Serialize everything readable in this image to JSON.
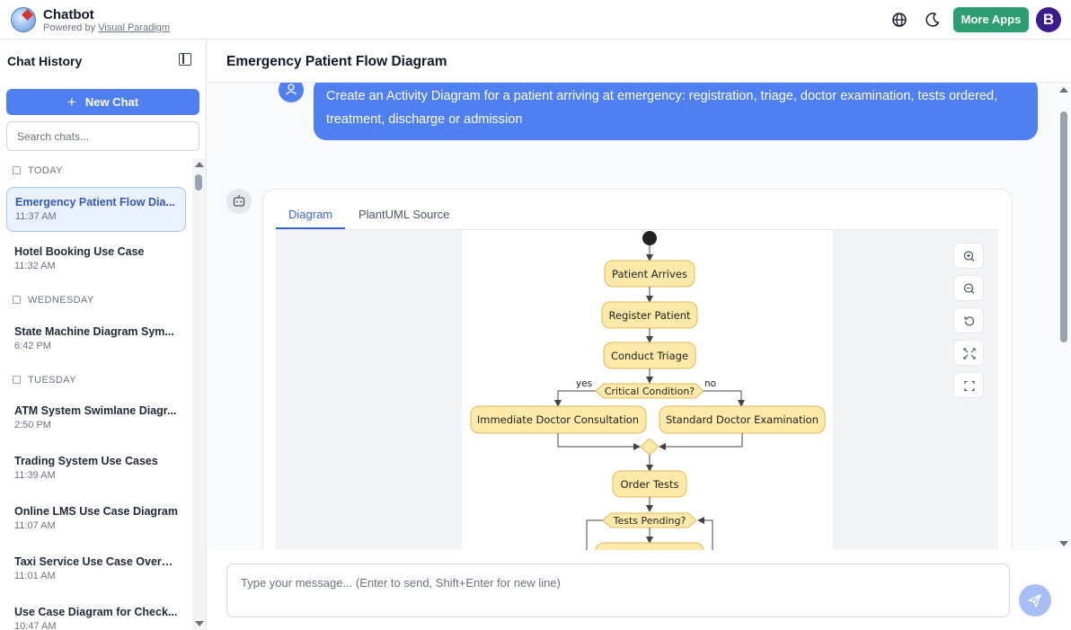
{
  "app": {
    "title": "Chatbot",
    "powered_prefix": "Powered by",
    "powered_link": "Visual Paradigm",
    "more_apps": "More Apps",
    "avatar_initial": "B",
    "brand_color": "#2e9e72",
    "accent_color": "#4f7ff0"
  },
  "sidebar": {
    "title": "Chat History",
    "new_chat": "New Chat",
    "search_placeholder": "Search chats...",
    "sections": [
      {
        "label": "TODAY"
      },
      {
        "label": "WEDNESDAY"
      },
      {
        "label": "TUESDAY"
      }
    ],
    "items": [
      {
        "title": "Emergency Patient Flow Dia...",
        "time": "11:37 AM",
        "active": true
      },
      {
        "title": "Hotel Booking Use Case",
        "time": "11:32 AM"
      },
      {
        "title": "State Machine Diagram Sym...",
        "time": "6:42 PM"
      },
      {
        "title": "ATM System Swimlane Diagr...",
        "time": "2:50 PM"
      },
      {
        "title": "Trading System Use Cases",
        "time": "11:39 AM"
      },
      {
        "title": "Online LMS Use Case Diagram",
        "time": "11:07 AM"
      },
      {
        "title": "Taxi Service Use Case Overvi...",
        "time": "11:01 AM"
      },
      {
        "title": "Use Case Diagram for Check...",
        "time": "10:47 AM"
      }
    ]
  },
  "main": {
    "title": "Emergency Patient Flow Diagram",
    "user_message": "Create an Activity Diagram for a patient arriving at emergency: registration, triage, doctor examination, tests ordered, treatment, discharge or admission",
    "tabs": [
      {
        "label": "Diagram",
        "active": true
      },
      {
        "label": "PlantUML Source"
      }
    ],
    "diagram": {
      "nodes": {
        "arrives": "Patient Arrives",
        "register": "Register Patient",
        "triage": "Conduct Triage",
        "critical": "Critical Condition?",
        "immediate": "Immediate Doctor Consultation",
        "standard": "Standard Doctor Examination",
        "order": "Order Tests",
        "pending": "Tests Pending?"
      },
      "yes": "yes",
      "no": "no"
    },
    "tools": [
      "zoom-in-icon",
      "zoom-out-icon",
      "reset-icon",
      "fit-icon",
      "fullscreen-icon"
    ],
    "input_placeholder": "Type your message... (Enter to send, Shift+Enter for new line)"
  }
}
